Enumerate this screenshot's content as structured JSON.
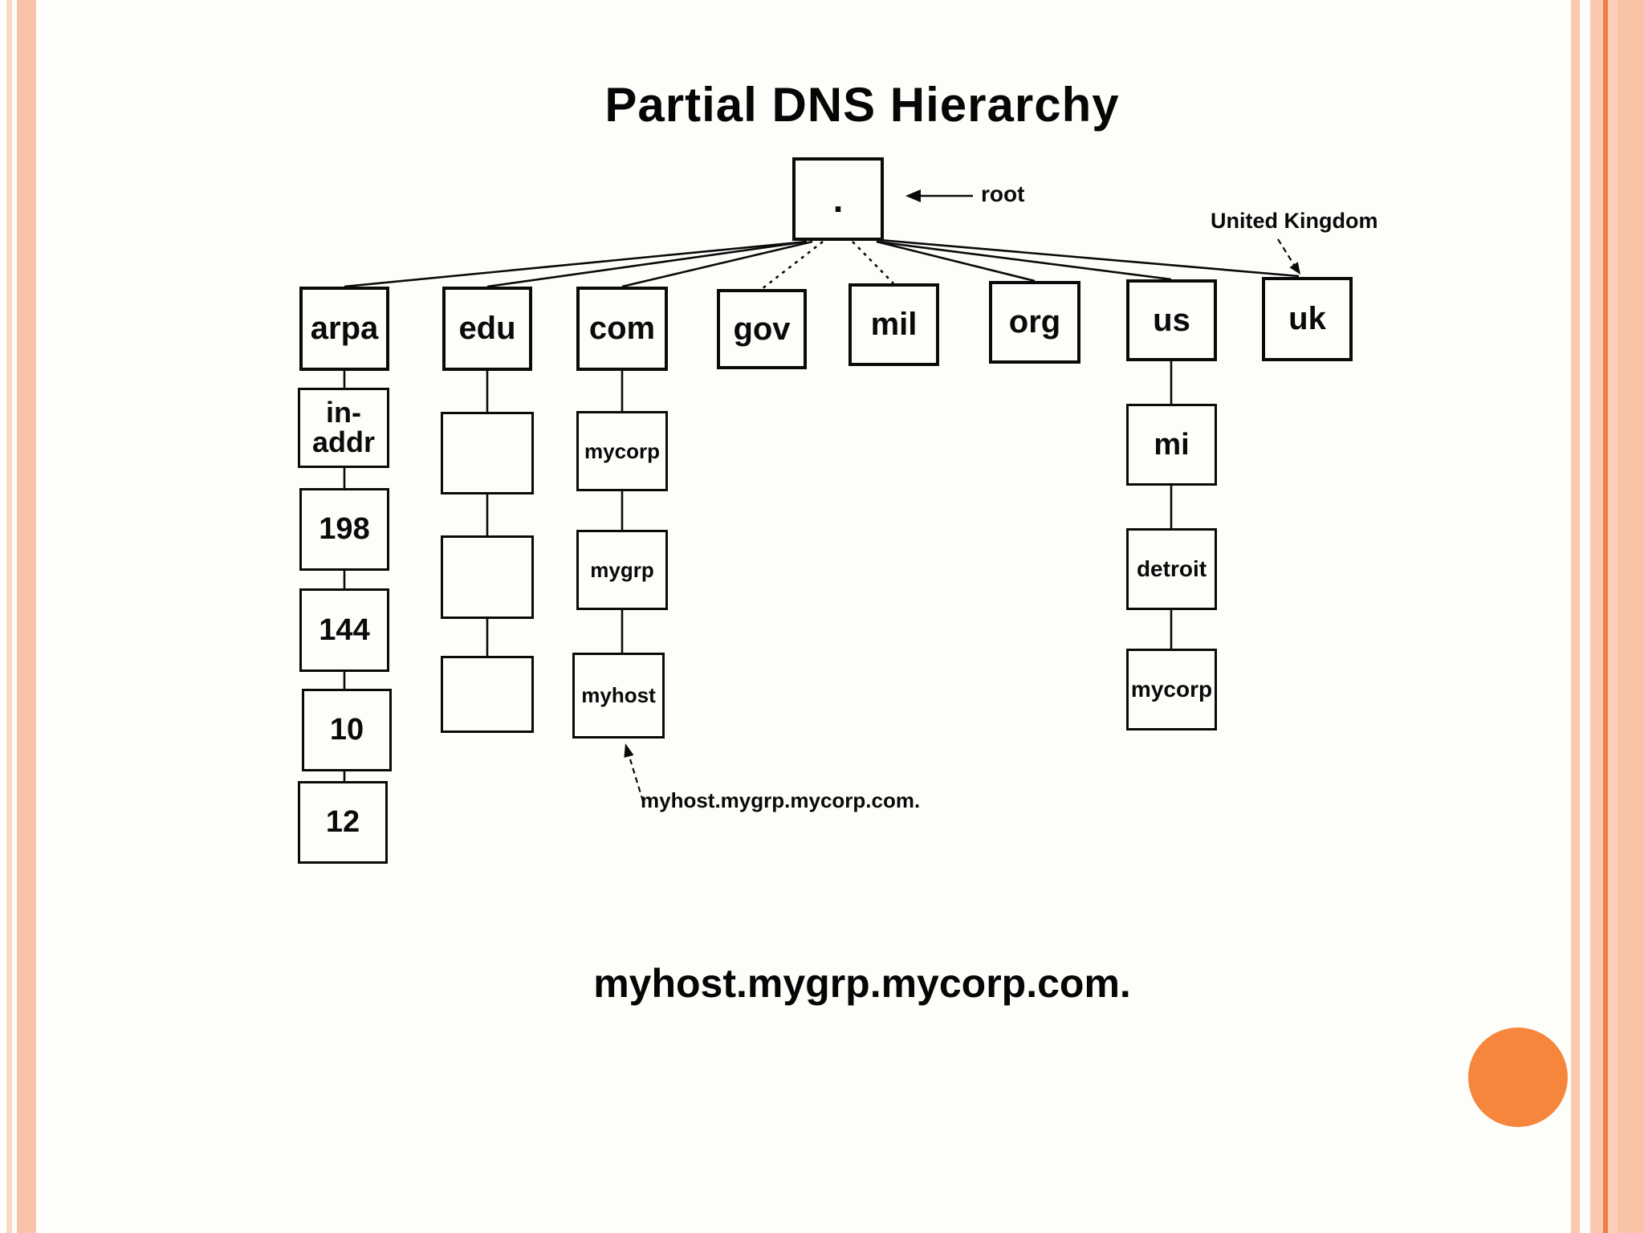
{
  "title": "Partial DNS Hierarchy",
  "tree": {
    "root": ".",
    "tlds": [
      "arpa",
      "edu",
      "com",
      "gov",
      "mil",
      "org",
      "us",
      "uk"
    ],
    "arpa_children": [
      "in-\naddr",
      "198",
      "144",
      "10",
      "12"
    ],
    "edu_children": [
      "",
      "",
      ""
    ],
    "com_children": [
      "mycorp",
      "mygrp",
      "myhost"
    ],
    "us_children": [
      "mi",
      "detroit",
      "mycorp"
    ]
  },
  "annotations": {
    "root_pointer": "root",
    "uk_pointer": "United Kingdom",
    "myhost_pointer": "myhost.mygrp.mycorp.com."
  },
  "footer": {
    "fqdn": "myhost.mygrp.mycorp.com."
  },
  "colors": {
    "accent_circle": "#f5863b",
    "border_stripe_peach": "#f9c3a9",
    "border_stripe_light": "#fbd8c2",
    "border_stripe_orange": "#ed8040",
    "diagram_ink": "#0a0a0a"
  }
}
